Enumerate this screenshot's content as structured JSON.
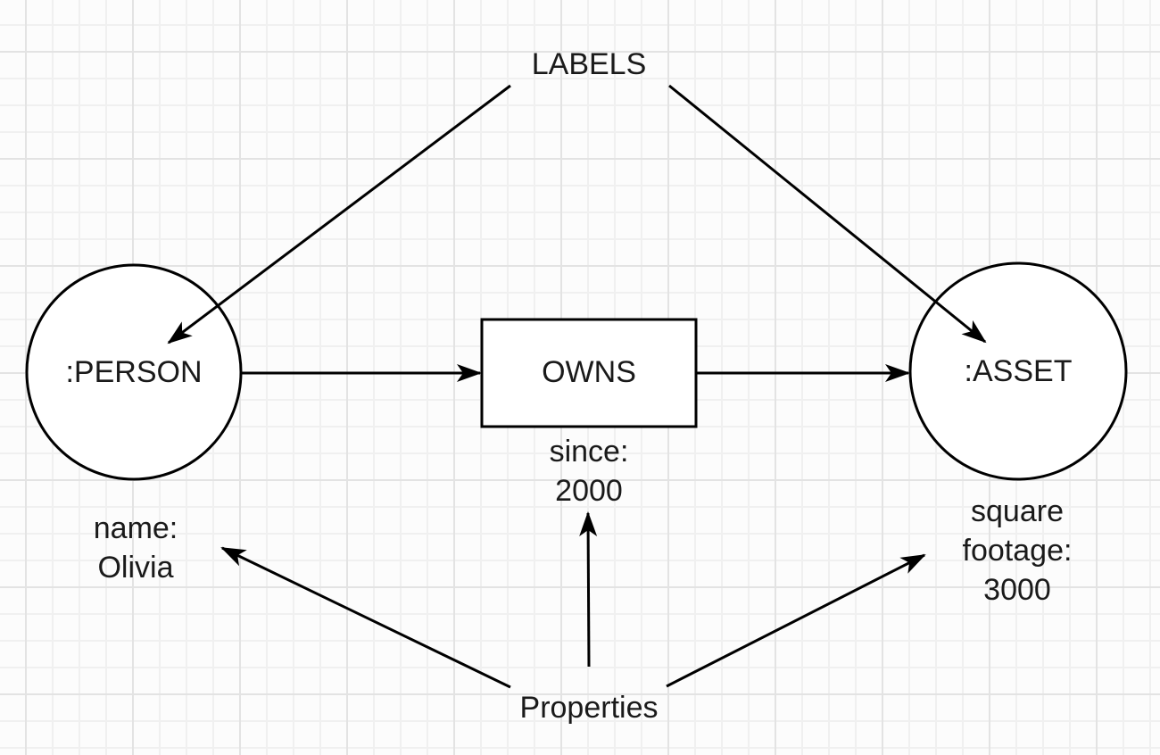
{
  "diagram": {
    "annotations": {
      "labels": "LABELS",
      "properties": "Properties"
    },
    "nodes": {
      "person": {
        "label": ":PERSON",
        "property_lines": [
          "name:",
          "Olivia"
        ]
      },
      "relationship": {
        "label": "OWNS",
        "property_lines": [
          "since:",
          "2000"
        ]
      },
      "asset": {
        "label": ":ASSET",
        "property_lines": [
          "square",
          "footage:",
          "3000"
        ]
      }
    },
    "colors": {
      "stroke": "#000000",
      "text": "#1a1a1a",
      "shape_fill": "#ffffff",
      "background": "#fcfcfc",
      "grid_minor": "#f0f0f0",
      "grid_major": "#e3e3e3"
    }
  }
}
